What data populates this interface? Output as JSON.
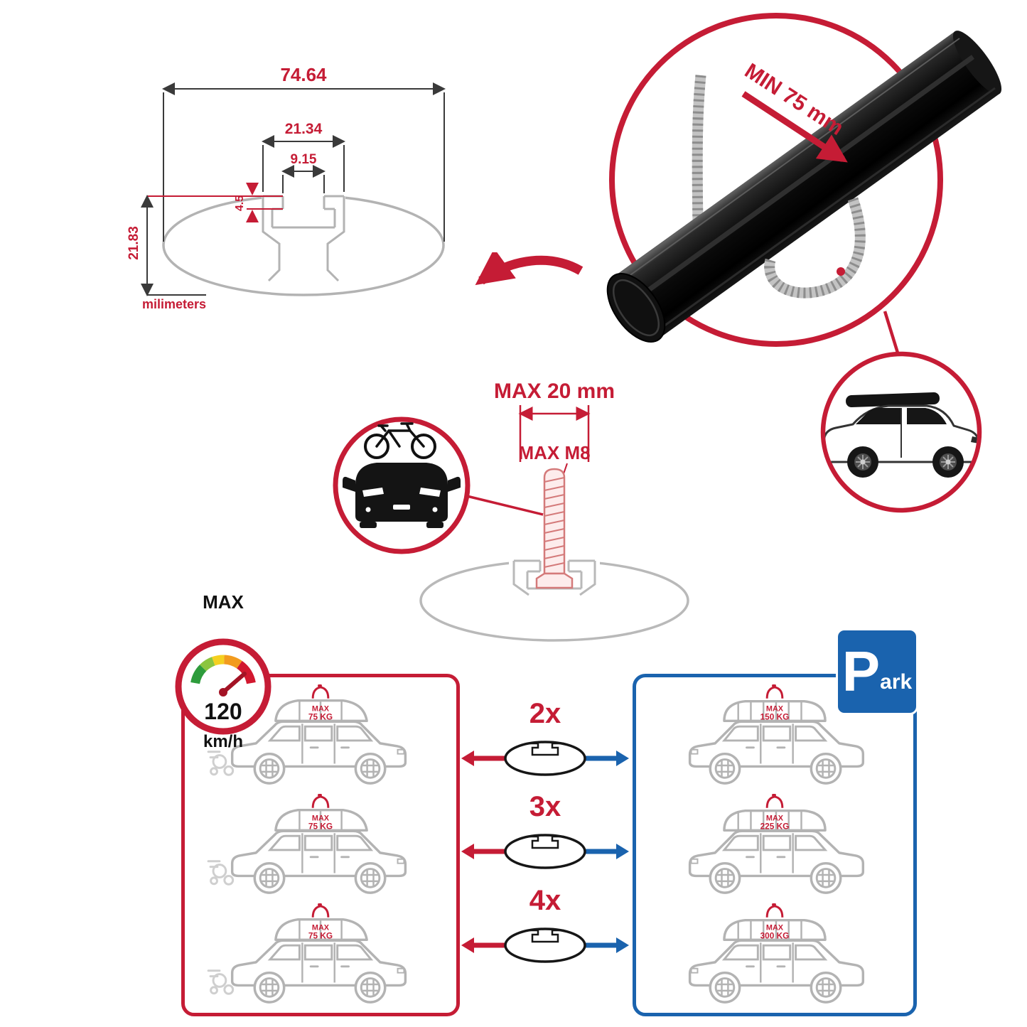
{
  "colors": {
    "accent_red": "#c51c35",
    "accent_blue": "#1a63ae",
    "outline_gray": "#b3b3b3",
    "bar_black": "#111111"
  },
  "tech_drawing": {
    "dim_total_width": "74.64",
    "dim_channel_width": "21.34",
    "dim_slot_width": "9.15",
    "dim_lip_depth": "4.5",
    "dim_total_height": "21.83",
    "units_label": "milimeters"
  },
  "bar_detail": {
    "min_clamp_label": "MIN 75 mm"
  },
  "bolt_detail": {
    "max_length_label": "MAX 20 mm",
    "max_thread_label": "MAX M8"
  },
  "speedometer": {
    "max_label": "MAX",
    "value": "120",
    "units_label": "km/h"
  },
  "fitment": {
    "multipliers": [
      "2x",
      "3x",
      "4x"
    ],
    "red_cars": [
      {
        "max": "MAX",
        "load": "75 KG"
      },
      {
        "max": "MAX",
        "load": "75 KG"
      },
      {
        "max": "MAX",
        "load": "75 KG"
      }
    ],
    "blue_cars": [
      {
        "max": "MAX",
        "load": "150 KG"
      },
      {
        "max": "MAX",
        "load": "225 KG"
      },
      {
        "max": "MAX",
        "load": "300 KG"
      }
    ],
    "parking_sign": {
      "p": "P",
      "ark": "ark"
    }
  }
}
